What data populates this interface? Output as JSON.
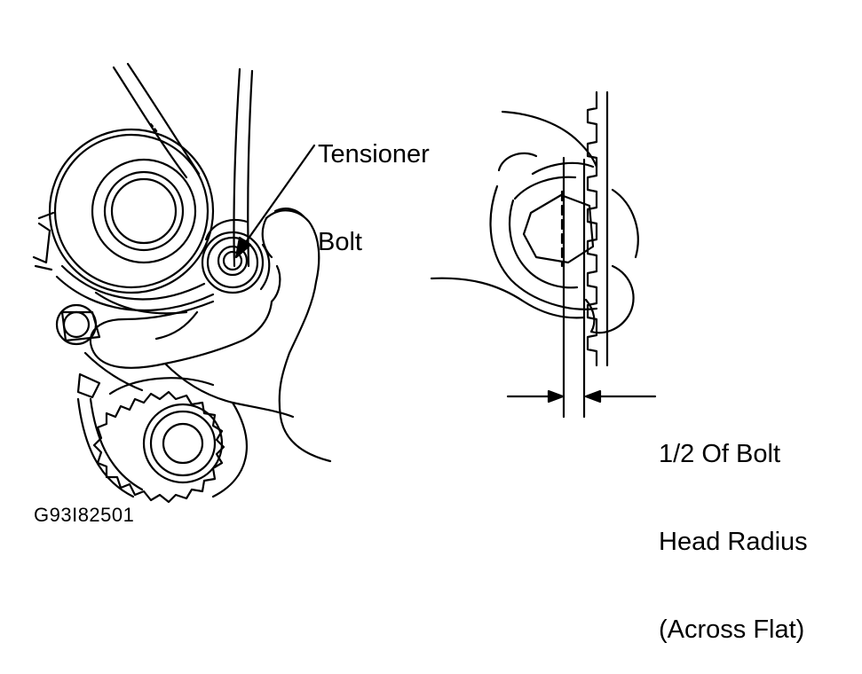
{
  "figure": {
    "id": "G93I82501",
    "stroke_color": "#000000",
    "background_color": "#ffffff"
  },
  "callouts": {
    "tensioner_bolt": {
      "lines": [
        "Tensioner",
        "Bolt"
      ]
    },
    "bolt_head_offset": {
      "lines": [
        "1/2 Of Bolt",
        "Head Radius",
        "(Across Flat)"
      ]
    }
  }
}
